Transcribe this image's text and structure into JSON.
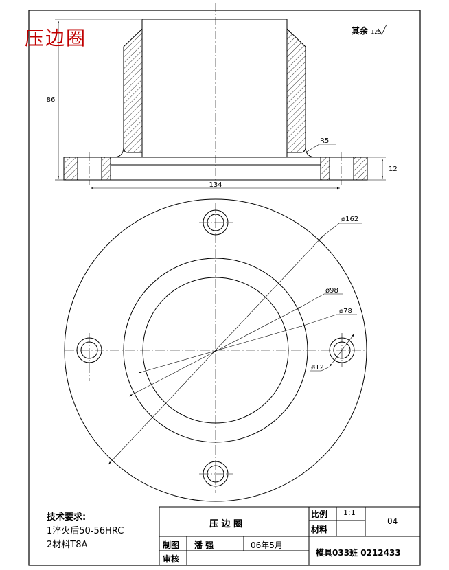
{
  "drawing": {
    "part_name_red": "压边圈",
    "part_name_title": "压 边 圈",
    "roughness_note": "其余",
    "roughness_value": "125",
    "dims": {
      "height": "86",
      "flange_thickness": "12",
      "hole_spacing": "134",
      "fillet": "R5",
      "outer_dia": "ø162",
      "mid_dia": "ø98",
      "inner_dia": "ø78",
      "hole_dia": "ø12"
    },
    "tech_requirements": {
      "heading": "技术要求:",
      "items": [
        "1淬火后50-56HRC",
        "2材料T8A"
      ]
    },
    "title_block": {
      "scale_label": "比例",
      "scale_value": "1:1",
      "sheet_no": "04",
      "material_label": "材料",
      "drawn_label": "制图",
      "drawn_name": "潘 强",
      "date": "06年5月",
      "checked_label": "审核",
      "class_info": "模具033班 0212433"
    }
  }
}
